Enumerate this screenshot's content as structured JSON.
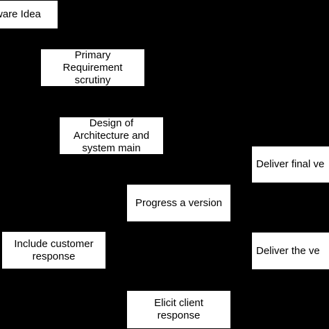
{
  "diagram": {
    "background": "#000000",
    "box_fill": "#ffffff",
    "nodes": [
      {
        "id": "idea",
        "lines": [
          "ware Idea"
        ]
      },
      {
        "id": "primary",
        "lines": [
          "Primary",
          "Requirement",
          "scrutiny"
        ]
      },
      {
        "id": "design",
        "lines": [
          "Design of",
          "Architecture and",
          "system main"
        ]
      },
      {
        "id": "final",
        "lines": [
          "Deliver final ve"
        ]
      },
      {
        "id": "progress",
        "lines": [
          "Progress a version"
        ]
      },
      {
        "id": "include",
        "lines": [
          "Include customer",
          "response"
        ]
      },
      {
        "id": "deliver",
        "lines": [
          "Deliver the ve"
        ]
      },
      {
        "id": "elicit",
        "lines": [
          "Elicit client",
          "response"
        ]
      }
    ]
  }
}
